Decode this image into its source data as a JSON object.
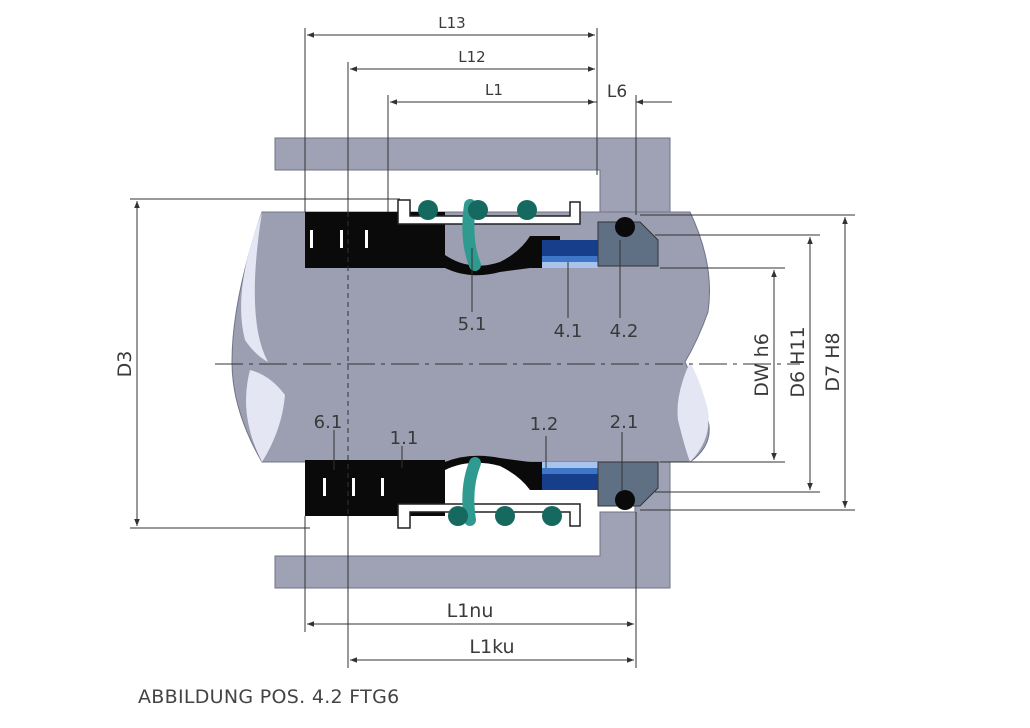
{
  "caption": "ABBILDUNG POS. 4.2 FTG6",
  "dimensions": {
    "l13": "L13",
    "l12": "L12",
    "l1": "L1",
    "l6": "L6",
    "l1nu": "L1nu",
    "l1ku": "L1ku",
    "d3": "D3",
    "dw": "DW h6",
    "d6": "D6 H11",
    "d7": "D7 H8"
  },
  "parts": {
    "p51": "5.1",
    "p41": "4.1",
    "p42": "4.2",
    "p61": "6.1",
    "p11": "1.1",
    "p12": "1.2",
    "p21": "2.1"
  },
  "colors": {
    "housing": "#9ea2b4",
    "shaft": "#9b9fb1",
    "shaft_end": "#e4e6f4",
    "seal_black": "#0a0a0a",
    "spring": "#2f9a90",
    "spring_dark": "#16695f",
    "blue_dark": "#173e8a",
    "blue_mid": "#3f76c8",
    "blue_light": "#a8c4ec",
    "seat": "#5f7085",
    "line": "#333333"
  }
}
